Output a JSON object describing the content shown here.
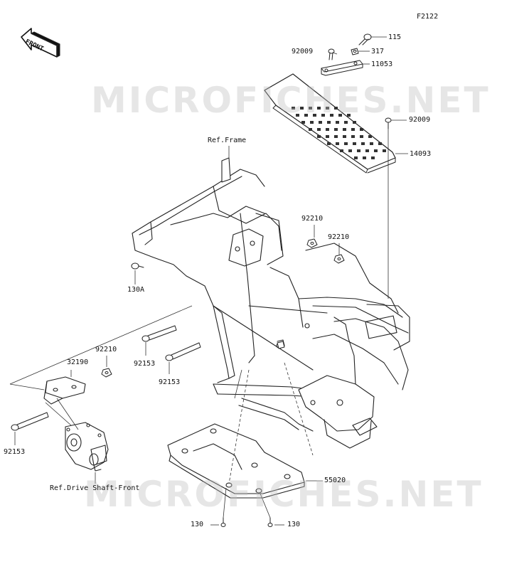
{
  "figure_code": "F2122",
  "watermark": "MICROFICHES.NET",
  "front_arrow_text": "FRONT",
  "refs": {
    "frame": "Ref.Frame",
    "drive_shaft": "Ref.Drive Shaft-Front"
  },
  "callouts": [
    {
      "id": "115",
      "text": "115"
    },
    {
      "id": "317",
      "text": "317"
    },
    {
      "id": "92009_top",
      "text": "92009"
    },
    {
      "id": "11053",
      "text": "11053"
    },
    {
      "id": "92009_right",
      "text": "92009"
    },
    {
      "id": "14093",
      "text": "14093"
    },
    {
      "id": "92210_a",
      "text": "92210"
    },
    {
      "id": "92210_b",
      "text": "92210"
    },
    {
      "id": "130A",
      "text": "130A"
    },
    {
      "id": "92210_c",
      "text": "92210"
    },
    {
      "id": "32190",
      "text": "32190"
    },
    {
      "id": "92153_a",
      "text": "92153"
    },
    {
      "id": "92153_b",
      "text": "92153"
    },
    {
      "id": "92153_c",
      "text": "92153"
    },
    {
      "id": "55020",
      "text": "55020"
    },
    {
      "id": "130_left",
      "text": "130"
    },
    {
      "id": "130_right",
      "text": "130"
    }
  ]
}
